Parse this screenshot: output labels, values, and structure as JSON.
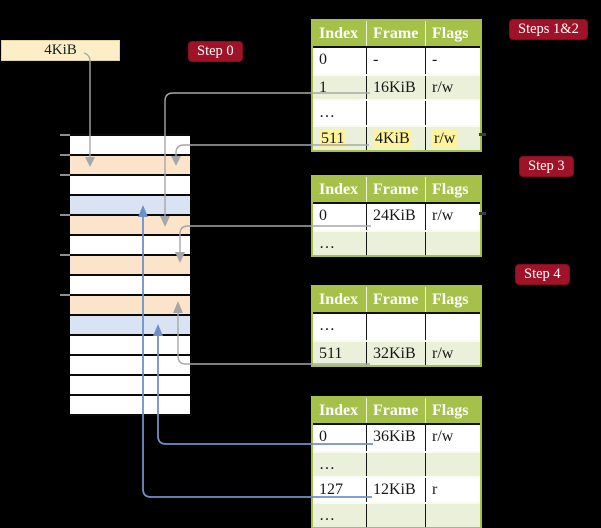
{
  "colors": {
    "bg": "#000000",
    "box-cream": "#fcefc8",
    "label-red": "#a01228",
    "header-green": "#a5c14a",
    "row-green": "#eaf0d9",
    "hl-yellow": "#fdf49c",
    "mem-orange": "#fce4cb",
    "mem-blue": "#d8e3f4",
    "line-gray": "#a7a7a7",
    "line-blue": "#7090c5"
  },
  "frame_box": {
    "label": "4KiB"
  },
  "step_labels": [
    {
      "text": "Step 0"
    },
    {
      "text": "Steps 1&2"
    },
    {
      "text": "Step 3"
    },
    {
      "text": "Step 4"
    }
  ],
  "tables": [
    {
      "name": "page-table-steps-1-2",
      "headers": [
        "Index",
        "Frame",
        "Flags"
      ],
      "rows": [
        {
          "shade": false,
          "cells": [
            {
              "t": "0"
            },
            {
              "t": "-"
            },
            {
              "t": "-"
            }
          ]
        },
        {
          "shade": true,
          "cells": [
            {
              "t": "1"
            },
            {
              "t": "16KiB"
            },
            {
              "t": "r/w"
            }
          ]
        },
        {
          "shade": false,
          "cells": [
            {
              "t": "…"
            },
            {
              "t": ""
            },
            {
              "t": ""
            }
          ]
        },
        {
          "shade": true,
          "cells": [
            {
              "t": "511",
              "hl": true
            },
            {
              "t": "4KiB",
              "hl": true
            },
            {
              "t": "r/w",
              "hl": true
            }
          ]
        }
      ]
    },
    {
      "name": "page-table-step-3",
      "headers": [
        "Index",
        "Frame",
        "Flags"
      ],
      "rows": [
        {
          "shade": false,
          "cells": [
            {
              "t": "0"
            },
            {
              "t": "24KiB"
            },
            {
              "t": "r/w"
            }
          ]
        },
        {
          "shade": true,
          "cells": [
            {
              "t": "…"
            },
            {
              "t": ""
            },
            {
              "t": ""
            }
          ]
        }
      ]
    },
    {
      "name": "page-table-step-4",
      "headers": [
        "Index",
        "Frame",
        "Flags"
      ],
      "rows": [
        {
          "shade": false,
          "cells": [
            {
              "t": "…"
            },
            {
              "t": ""
            },
            {
              "t": ""
            }
          ]
        },
        {
          "shade": true,
          "cells": [
            {
              "t": "511"
            },
            {
              "t": "32KiB"
            },
            {
              "t": "r/w"
            }
          ]
        }
      ]
    },
    {
      "name": "final-page-table",
      "headers": [
        "Index",
        "Frame",
        "Flags"
      ],
      "rows": [
        {
          "shade": false,
          "cells": [
            {
              "t": "0"
            },
            {
              "t": "36KiB"
            },
            {
              "t": "r/w"
            }
          ]
        },
        {
          "shade": true,
          "cells": [
            {
              "t": "…"
            },
            {
              "t": ""
            },
            {
              "t": ""
            }
          ]
        },
        {
          "shade": false,
          "cells": [
            {
              "t": "127"
            },
            {
              "t": "12KiB"
            },
            {
              "t": "r"
            }
          ]
        },
        {
          "shade": true,
          "cells": [
            {
              "t": "…"
            },
            {
              "t": ""
            },
            {
              "t": ""
            }
          ]
        }
      ]
    }
  ],
  "memory": {
    "rows": [
      "white",
      "orange",
      "white",
      "blue",
      "orange",
      "white",
      "orange",
      "white",
      "orange",
      "blue",
      "white",
      "white",
      "white",
      "white"
    ],
    "tick_rows": [
      0,
      1,
      2,
      4,
      6,
      8
    ]
  },
  "connectors": [
    {
      "name": "pointer-to-table-at-4kib",
      "color": "gray"
    },
    {
      "name": "entry1-to-table-at-16kib",
      "color": "gray"
    },
    {
      "name": "entry511-back-to-table-at-4kib",
      "color": "gray"
    },
    {
      "name": "entry0-to-table-at-24kib",
      "color": "gray"
    },
    {
      "name": "entry511-to-table-at-32kib",
      "color": "gray"
    },
    {
      "name": "entry0-to-frame-36kib",
      "color": "blue"
    },
    {
      "name": "entry127-to-frame-12kib",
      "color": "blue"
    }
  ]
}
